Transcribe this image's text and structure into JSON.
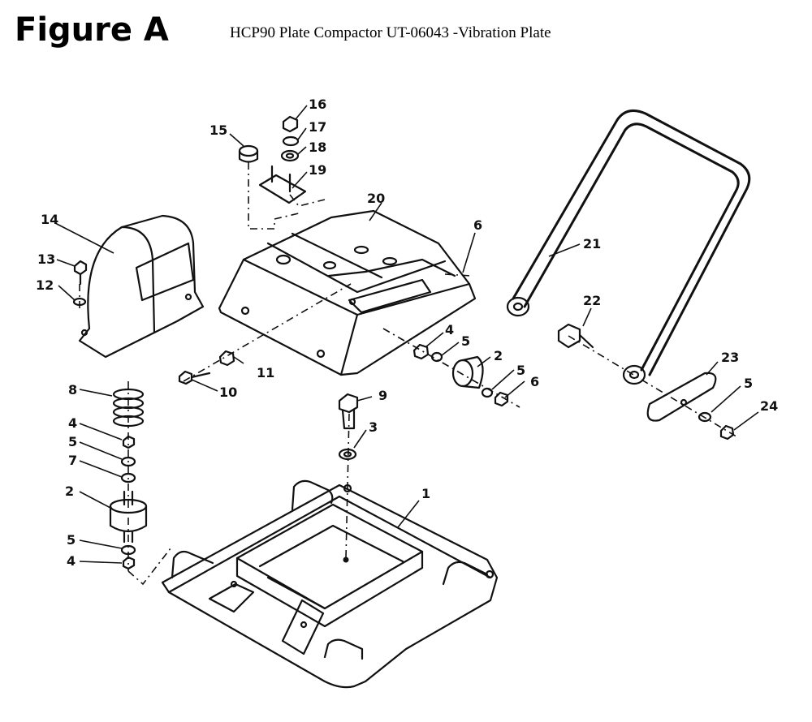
{
  "figure_label": "Figure A",
  "title": "HCP90 Plate Compactor UT-06043 -Vibration Plate",
  "callouts": [
    {
      "id": "c16",
      "text": "16"
    },
    {
      "id": "c17",
      "text": "17"
    },
    {
      "id": "c18",
      "text": "18"
    },
    {
      "id": "c19",
      "text": "19"
    },
    {
      "id": "c15",
      "text": "15"
    },
    {
      "id": "c20",
      "text": "20"
    },
    {
      "id": "c14",
      "text": "14"
    },
    {
      "id": "c13",
      "text": "13"
    },
    {
      "id": "c12",
      "text": "12"
    },
    {
      "id": "c6a",
      "text": "6"
    },
    {
      "id": "c21",
      "text": "21"
    },
    {
      "id": "c22",
      "text": "22"
    },
    {
      "id": "c4a",
      "text": "4"
    },
    {
      "id": "c5a",
      "text": "5"
    },
    {
      "id": "c2a",
      "text": "2"
    },
    {
      "id": "c5b",
      "text": "5"
    },
    {
      "id": "c6b",
      "text": "6"
    },
    {
      "id": "c23",
      "text": "23"
    },
    {
      "id": "c5c",
      "text": "5"
    },
    {
      "id": "c24",
      "text": "24"
    },
    {
      "id": "c11",
      "text": "11"
    },
    {
      "id": "c10",
      "text": "10"
    },
    {
      "id": "c9",
      "text": "9"
    },
    {
      "id": "c3",
      "text": "3"
    },
    {
      "id": "c8",
      "text": "8"
    },
    {
      "id": "c4b",
      "text": "4"
    },
    {
      "id": "c5d",
      "text": "5"
    },
    {
      "id": "c7",
      "text": "7"
    },
    {
      "id": "c2b",
      "text": "2"
    },
    {
      "id": "c5e",
      "text": "5"
    },
    {
      "id": "c4c",
      "text": "4"
    },
    {
      "id": "c1",
      "text": "1"
    }
  ]
}
